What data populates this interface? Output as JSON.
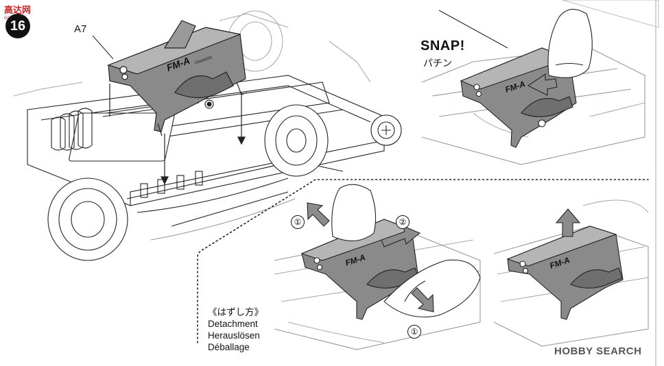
{
  "step": {
    "number": "16"
  },
  "part_label": "A7",
  "snap": {
    "text_en": "SNAP!",
    "text_jp": "パチン"
  },
  "cover_print": {
    "logo": "FM-A",
    "sub": "CHASSIS"
  },
  "detachment": {
    "heading_jp": "《はずし方》",
    "lines": [
      "Detachment",
      "Herauslösen",
      "Déballage"
    ]
  },
  "steps_markers": {
    "one": "①",
    "two": "②"
  },
  "watermarks": {
    "top": "高达网",
    "top_sub": "GGH.COM",
    "bottom": "HOBBY SEARCH"
  },
  "colors": {
    "line_art": "#222222",
    "part_fill": "#8a8a8a",
    "part_fill_light": "#b5b5b5",
    "arrow_fill": "#8c8c8c",
    "watermark_red": "#c0282a"
  }
}
